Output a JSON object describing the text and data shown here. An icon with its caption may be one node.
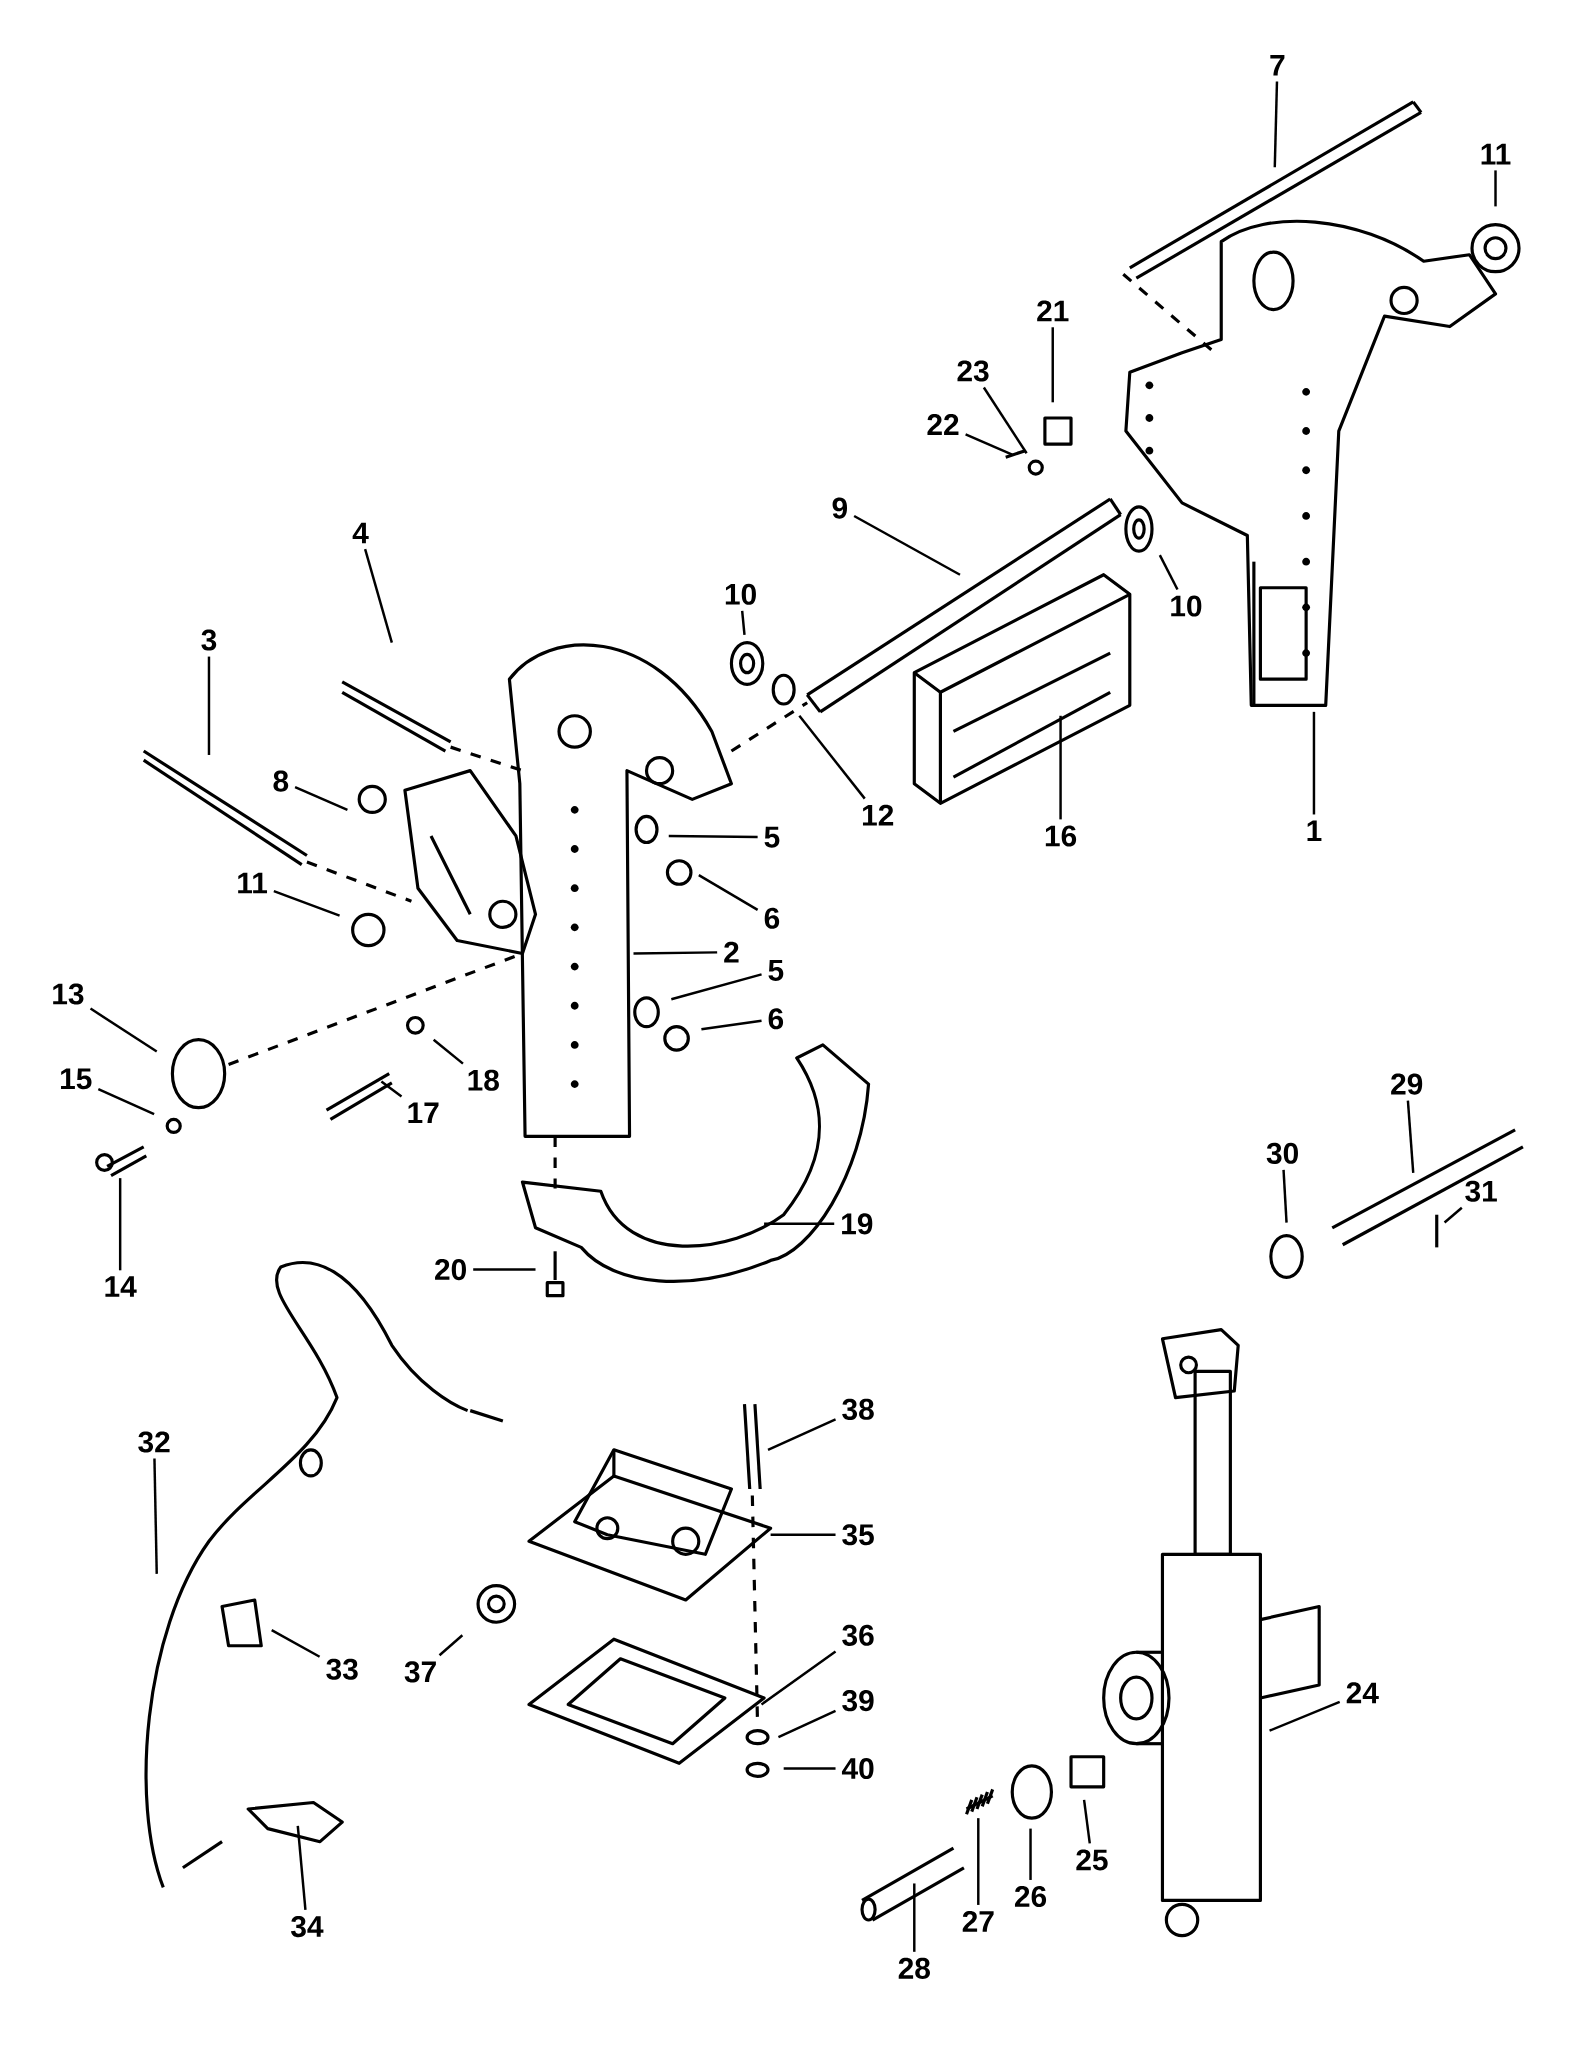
{
  "diagram": {
    "nodes": [
      {
        "text": [
          "7"
        ]
      },
      {
        "text": [
          "11"
        ]
      },
      {
        "text": [
          "21"
        ]
      },
      {
        "text": [
          "23"
        ]
      },
      {
        "text": [
          "22"
        ]
      },
      {
        "text": [
          "9"
        ]
      },
      {
        "text": [
          "10"
        ]
      },
      {
        "text": [
          "10"
        ]
      },
      {
        "text": [
          "4"
        ]
      },
      {
        "text": [
          "3"
        ]
      },
      {
        "text": [
          "8"
        ]
      },
      {
        "text": [
          "5"
        ]
      },
      {
        "text": [
          "12"
        ]
      },
      {
        "text": [
          "16"
        ]
      },
      {
        "text": [
          "1"
        ]
      },
      {
        "text": [
          "6"
        ]
      },
      {
        "text": [
          "11"
        ]
      },
      {
        "text": [
          "2"
        ]
      },
      {
        "text": [
          "13"
        ]
      },
      {
        "text": [
          "5"
        ]
      },
      {
        "text": [
          "6"
        ]
      },
      {
        "text": [
          "15"
        ]
      },
      {
        "text": [
          "18"
        ]
      },
      {
        "text": [
          "17"
        ]
      },
      {
        "text": [
          "29"
        ]
      },
      {
        "text": [
          "30"
        ]
      },
      {
        "text": [
          "31"
        ]
      },
      {
        "text": [
          "19"
        ]
      },
      {
        "text": [
          "14"
        ]
      },
      {
        "text": [
          "20"
        ]
      },
      {
        "text": [
          "38"
        ]
      },
      {
        "text": [
          "32"
        ]
      },
      {
        "text": [
          "35"
        ]
      },
      {
        "text": [
          "36"
        ]
      },
      {
        "text": [
          "33"
        ]
      },
      {
        "text": [
          "37"
        ]
      },
      {
        "text": [
          "24"
        ]
      },
      {
        "text": [
          "39"
        ]
      },
      {
        "text": [
          "40"
        ]
      },
      {
        "text": [
          "25"
        ]
      },
      {
        "text": [
          "26"
        ]
      },
      {
        "text": [
          "27"
        ]
      },
      {
        "text": [
          "34"
        ]
      },
      {
        "text": [
          "28"
        ]
      }
    ],
    "edges": [
      {
        "from": 0,
        "to": null,
        "arrow": "none"
      },
      {
        "from": 1,
        "to": null,
        "arrow": "none"
      },
      {
        "from": 2,
        "to": null,
        "arrow": "none"
      },
      {
        "from": 3,
        "to": null,
        "arrow": "none"
      },
      {
        "from": 4,
        "to": null,
        "arrow": "none"
      },
      {
        "from": 5,
        "to": null,
        "arrow": "none"
      },
      {
        "from": 6,
        "to": null,
        "arrow": "none"
      },
      {
        "from": 7,
        "to": null,
        "arrow": "none"
      },
      {
        "from": 8,
        "to": null,
        "arrow": "none"
      },
      {
        "from": 9,
        "to": null,
        "arrow": "none"
      },
      {
        "from": 10,
        "to": null,
        "arrow": "none"
      },
      {
        "from": 11,
        "to": null,
        "arrow": "none"
      },
      {
        "from": 12,
        "to": null,
        "arrow": "none"
      },
      {
        "from": 13,
        "to": null,
        "arrow": "none"
      },
      {
        "from": 14,
        "to": null,
        "arrow": "none"
      },
      {
        "from": 15,
        "to": null,
        "arrow": "none"
      },
      {
        "from": 16,
        "to": null,
        "arrow": "none"
      },
      {
        "from": 17,
        "to": null,
        "arrow": "none"
      },
      {
        "from": 18,
        "to": null,
        "arrow": "none"
      },
      {
        "from": 19,
        "to": null,
        "arrow": "none"
      },
      {
        "from": 20,
        "to": null,
        "arrow": "none"
      },
      {
        "from": 21,
        "to": null,
        "arrow": "none"
      },
      {
        "from": 22,
        "to": null,
        "arrow": "none"
      },
      {
        "from": 23,
        "to": null,
        "arrow": "none"
      },
      {
        "from": 24,
        "to": null,
        "arrow": "none"
      },
      {
        "from": 25,
        "to": null,
        "arrow": "none"
      },
      {
        "from": 26,
        "to": null,
        "arrow": "none"
      },
      {
        "from": 27,
        "to": null,
        "arrow": "none"
      },
      {
        "from": 28,
        "to": null,
        "arrow": "none"
      },
      {
        "from": 29,
        "to": null,
        "arrow": "none"
      },
      {
        "from": 30,
        "to": null,
        "arrow": "none"
      },
      {
        "from": 31,
        "to": null,
        "arrow": "none"
      },
      {
        "from": 32,
        "to": null,
        "arrow": "none"
      },
      {
        "from": 33,
        "to": null,
        "arrow": "none"
      },
      {
        "from": 34,
        "to": null,
        "arrow": "none"
      },
      {
        "from": 35,
        "to": null,
        "arrow": "none"
      },
      {
        "from": 36,
        "to": null,
        "arrow": "none"
      },
      {
        "from": 37,
        "to": null,
        "arrow": "none"
      },
      {
        "from": 38,
        "to": null,
        "arrow": "none"
      },
      {
        "from": 39,
        "to": null,
        "arrow": "none"
      },
      {
        "from": 40,
        "to": null,
        "arrow": "none"
      },
      {
        "from": 41,
        "to": null,
        "arrow": "none"
      },
      {
        "from": 42,
        "to": null,
        "arrow": "none"
      },
      {
        "from": 43,
        "to": null,
        "arrow": "none"
      }
    ]
  }
}
